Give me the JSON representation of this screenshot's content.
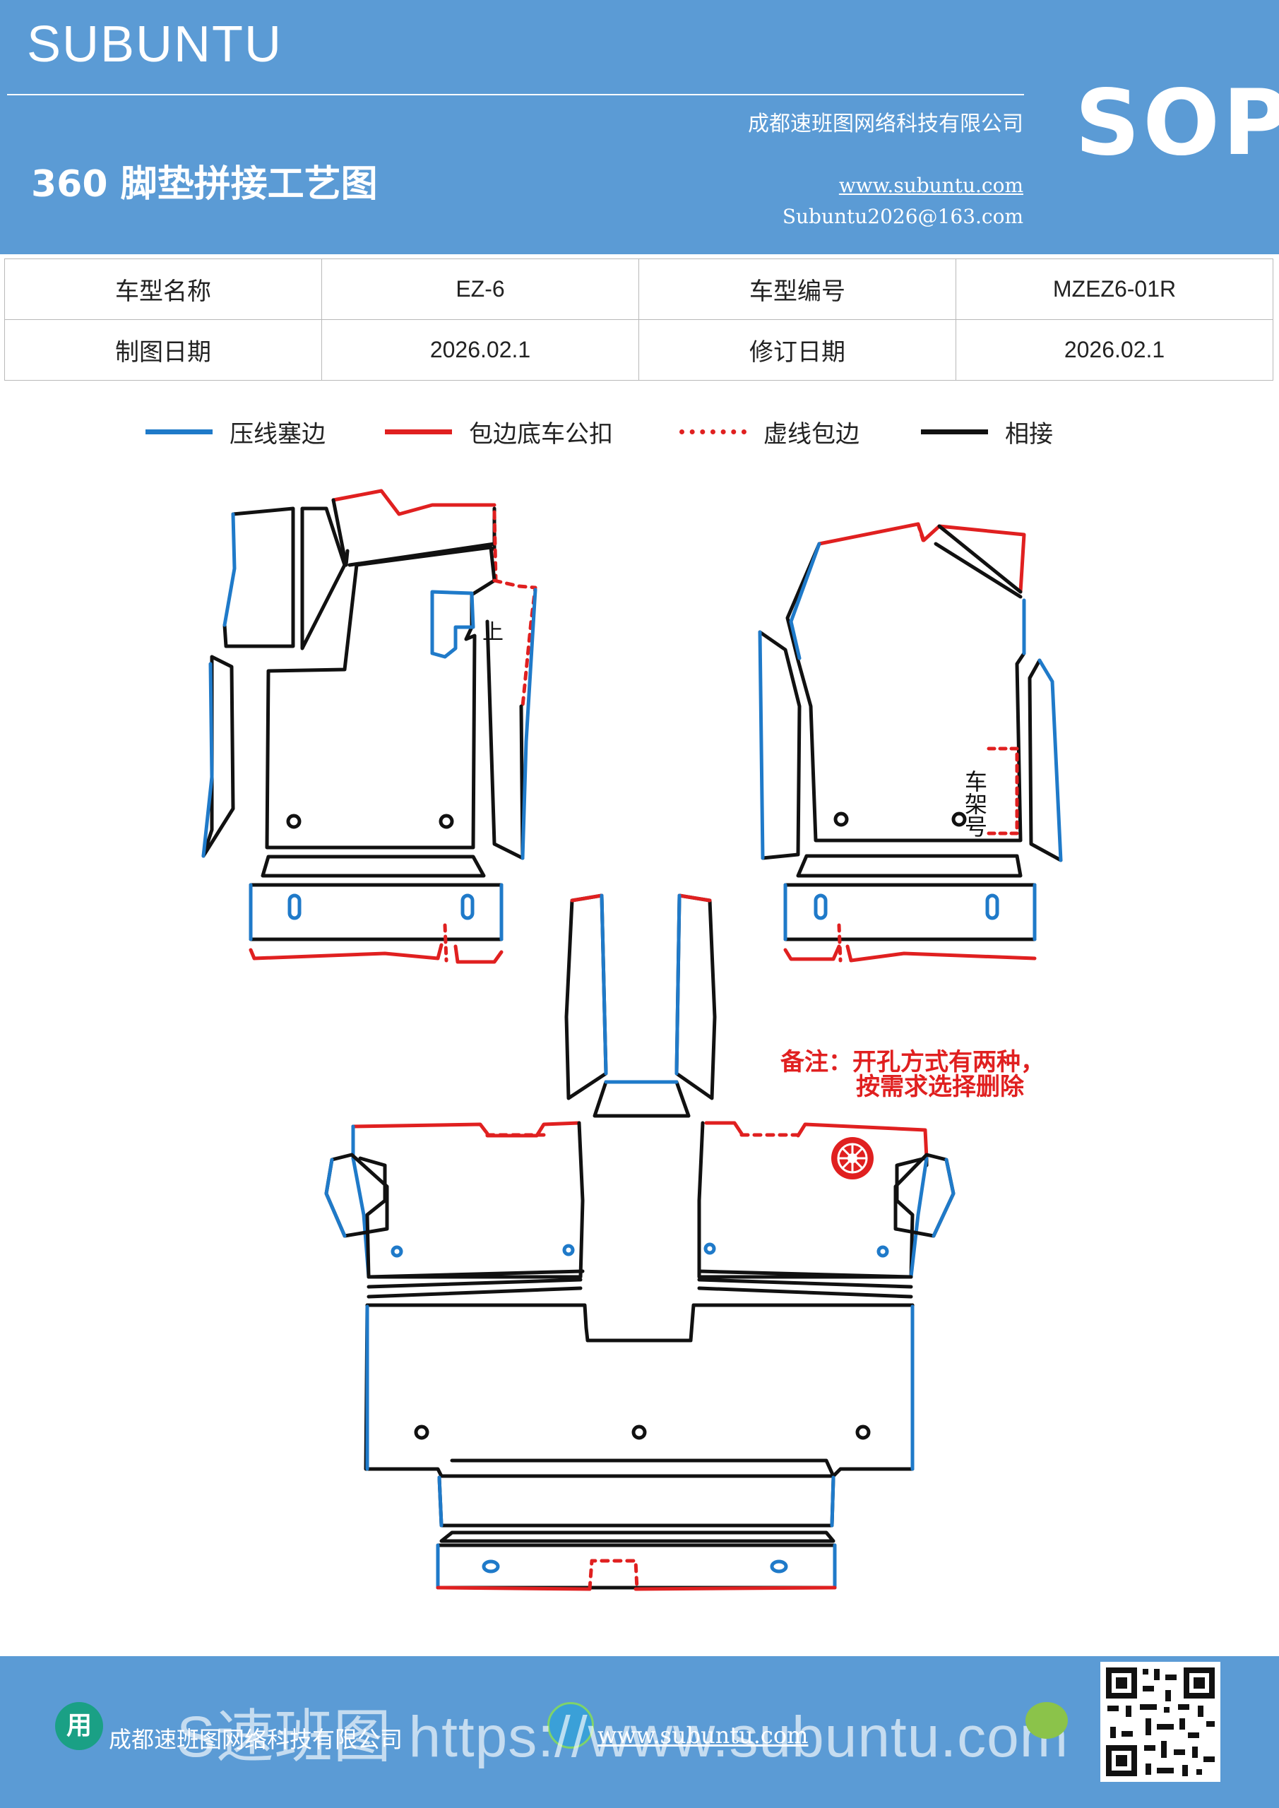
{
  "header": {
    "brand": "SUBUNTU",
    "company": "成都速班图网络科技有限公司",
    "title": "360 脚垫拼接工艺图",
    "website": "www.subuntu.com",
    "email": "Subuntu2026@163.com",
    "badge": "SOP"
  },
  "info": {
    "model_name_label": "车型名称",
    "model_name": "EZ-6",
    "model_code_label": "车型编号",
    "model_code": "MZEZ6-01R",
    "draw_date_label": "制图日期",
    "draw_date": "2026.02.1",
    "revise_date_label": "修订日期",
    "revise_date": "2026.02.1"
  },
  "legend": [
    {
      "label": "压线塞边",
      "color": "#1f7ac9",
      "style": "solid"
    },
    {
      "label": "包边底车公扣",
      "color": "#e02020",
      "style": "solid"
    },
    {
      "label": "虚线包边",
      "color": "#e02020",
      "style": "dashed"
    },
    {
      "label": "相接",
      "color": "#111111",
      "style": "solid"
    }
  ],
  "diagram": {
    "mark_up": "上",
    "frame_label": "车架号",
    "note_line1": "备注：开孔方式有两种，",
    "note_line2": "按需求选择删除",
    "colors": {
      "blue": "#1f7ac9",
      "red": "#e02020",
      "black": "#111111"
    }
  },
  "footer": {
    "icon_glyph": "用",
    "company": "成都速班图网络科技有限公司",
    "website": "www.subuntu.com",
    "watermark": "S速班图 https://www.subuntu.com"
  }
}
